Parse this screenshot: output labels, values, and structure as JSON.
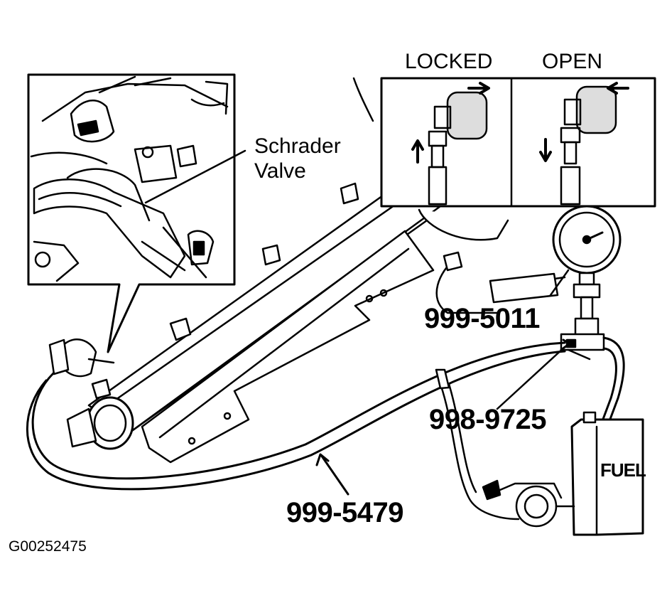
{
  "inset": {
    "locked_label": "LOCKED",
    "open_label": "OPEN"
  },
  "callouts": {
    "schrader_line1": "Schrader",
    "schrader_line2": "Valve",
    "gauge_part": "999-5011",
    "adapter_part": "998-9725",
    "hose_part": "999-5479"
  },
  "tank_label": "FUEL",
  "figure_id": "G00252475",
  "icons": [
    "arrow-right-icon",
    "arrow-left-icon",
    "arrow-up-icon",
    "arrow-down-icon",
    "pressure-gauge-icon"
  ]
}
